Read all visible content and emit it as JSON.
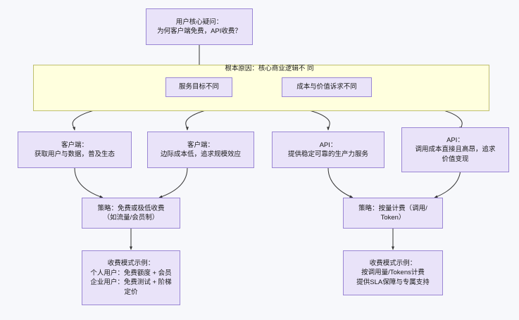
{
  "diagram": {
    "title": "用户核心疑问：为何客户端免费，API收费？",
    "type": "flowchart",
    "direction": "top-down",
    "colors": {
      "background": "#f7f8fb",
      "node_fill": "#e9e3f9",
      "node_border": "#9a86d4",
      "subgraph_fill": "#ffffde",
      "subgraph_border": "#bfbf6e",
      "edge": "#333333",
      "text": "#191919"
    }
  },
  "nodes": {
    "question": {
      "id": "A",
      "label": "用户核心疑问：\n为何客户端免费，API收费？"
    },
    "service_goal": {
      "id": "B1",
      "label": "服务目标不同"
    },
    "cost_value": {
      "id": "B2",
      "label": "成本与价值诉求不同"
    },
    "client_goal": {
      "id": "C1",
      "label": "客户端：\n获取用户与数据，普及生态"
    },
    "client_cost": {
      "id": "C2",
      "label": "客户端：\n边际成本低，追求规模效应"
    },
    "api_goal": {
      "id": "C3",
      "label": "API：\n提供稳定可靠的生产力服务"
    },
    "api_cost": {
      "id": "C4",
      "label": "API：\n调用成本直接且高昂，追求\n价值变现"
    },
    "strategy_free": {
      "id": "D1",
      "label": "策略：免费或极低收费\n（如流量/会员制）"
    },
    "strategy_metered": {
      "id": "D2",
      "label": "策略：按量计费（调用/\nToken）"
    },
    "example_free": {
      "id": "E1",
      "label": "收费模式示例：\n个人用户：免费额度 + 会员\n企业用户：免费测试 + 阶梯\n定价"
    },
    "example_metered": {
      "id": "E2",
      "label": "收费模式示例：\n按调用量/Tokens计费\n提供SLA保障与专属支持"
    }
  },
  "subgraph": {
    "id": "ROOT",
    "title": "根本原因：核心商业逻辑不\n同"
  },
  "edges": [
    {
      "from": "question",
      "to": "service_goal"
    },
    {
      "from": "service_goal",
      "to": "client_goal"
    },
    {
      "from": "service_goal",
      "to": "api_goal"
    },
    {
      "from": "cost_value",
      "to": "client_cost"
    },
    {
      "from": "cost_value",
      "to": "api_cost"
    },
    {
      "from": "client_goal",
      "to": "strategy_free"
    },
    {
      "from": "client_cost",
      "to": "strategy_free"
    },
    {
      "from": "api_goal",
      "to": "strategy_metered"
    },
    {
      "from": "api_cost",
      "to": "strategy_metered"
    },
    {
      "from": "strategy_free",
      "to": "example_free"
    },
    {
      "from": "strategy_metered",
      "to": "example_metered"
    }
  ]
}
